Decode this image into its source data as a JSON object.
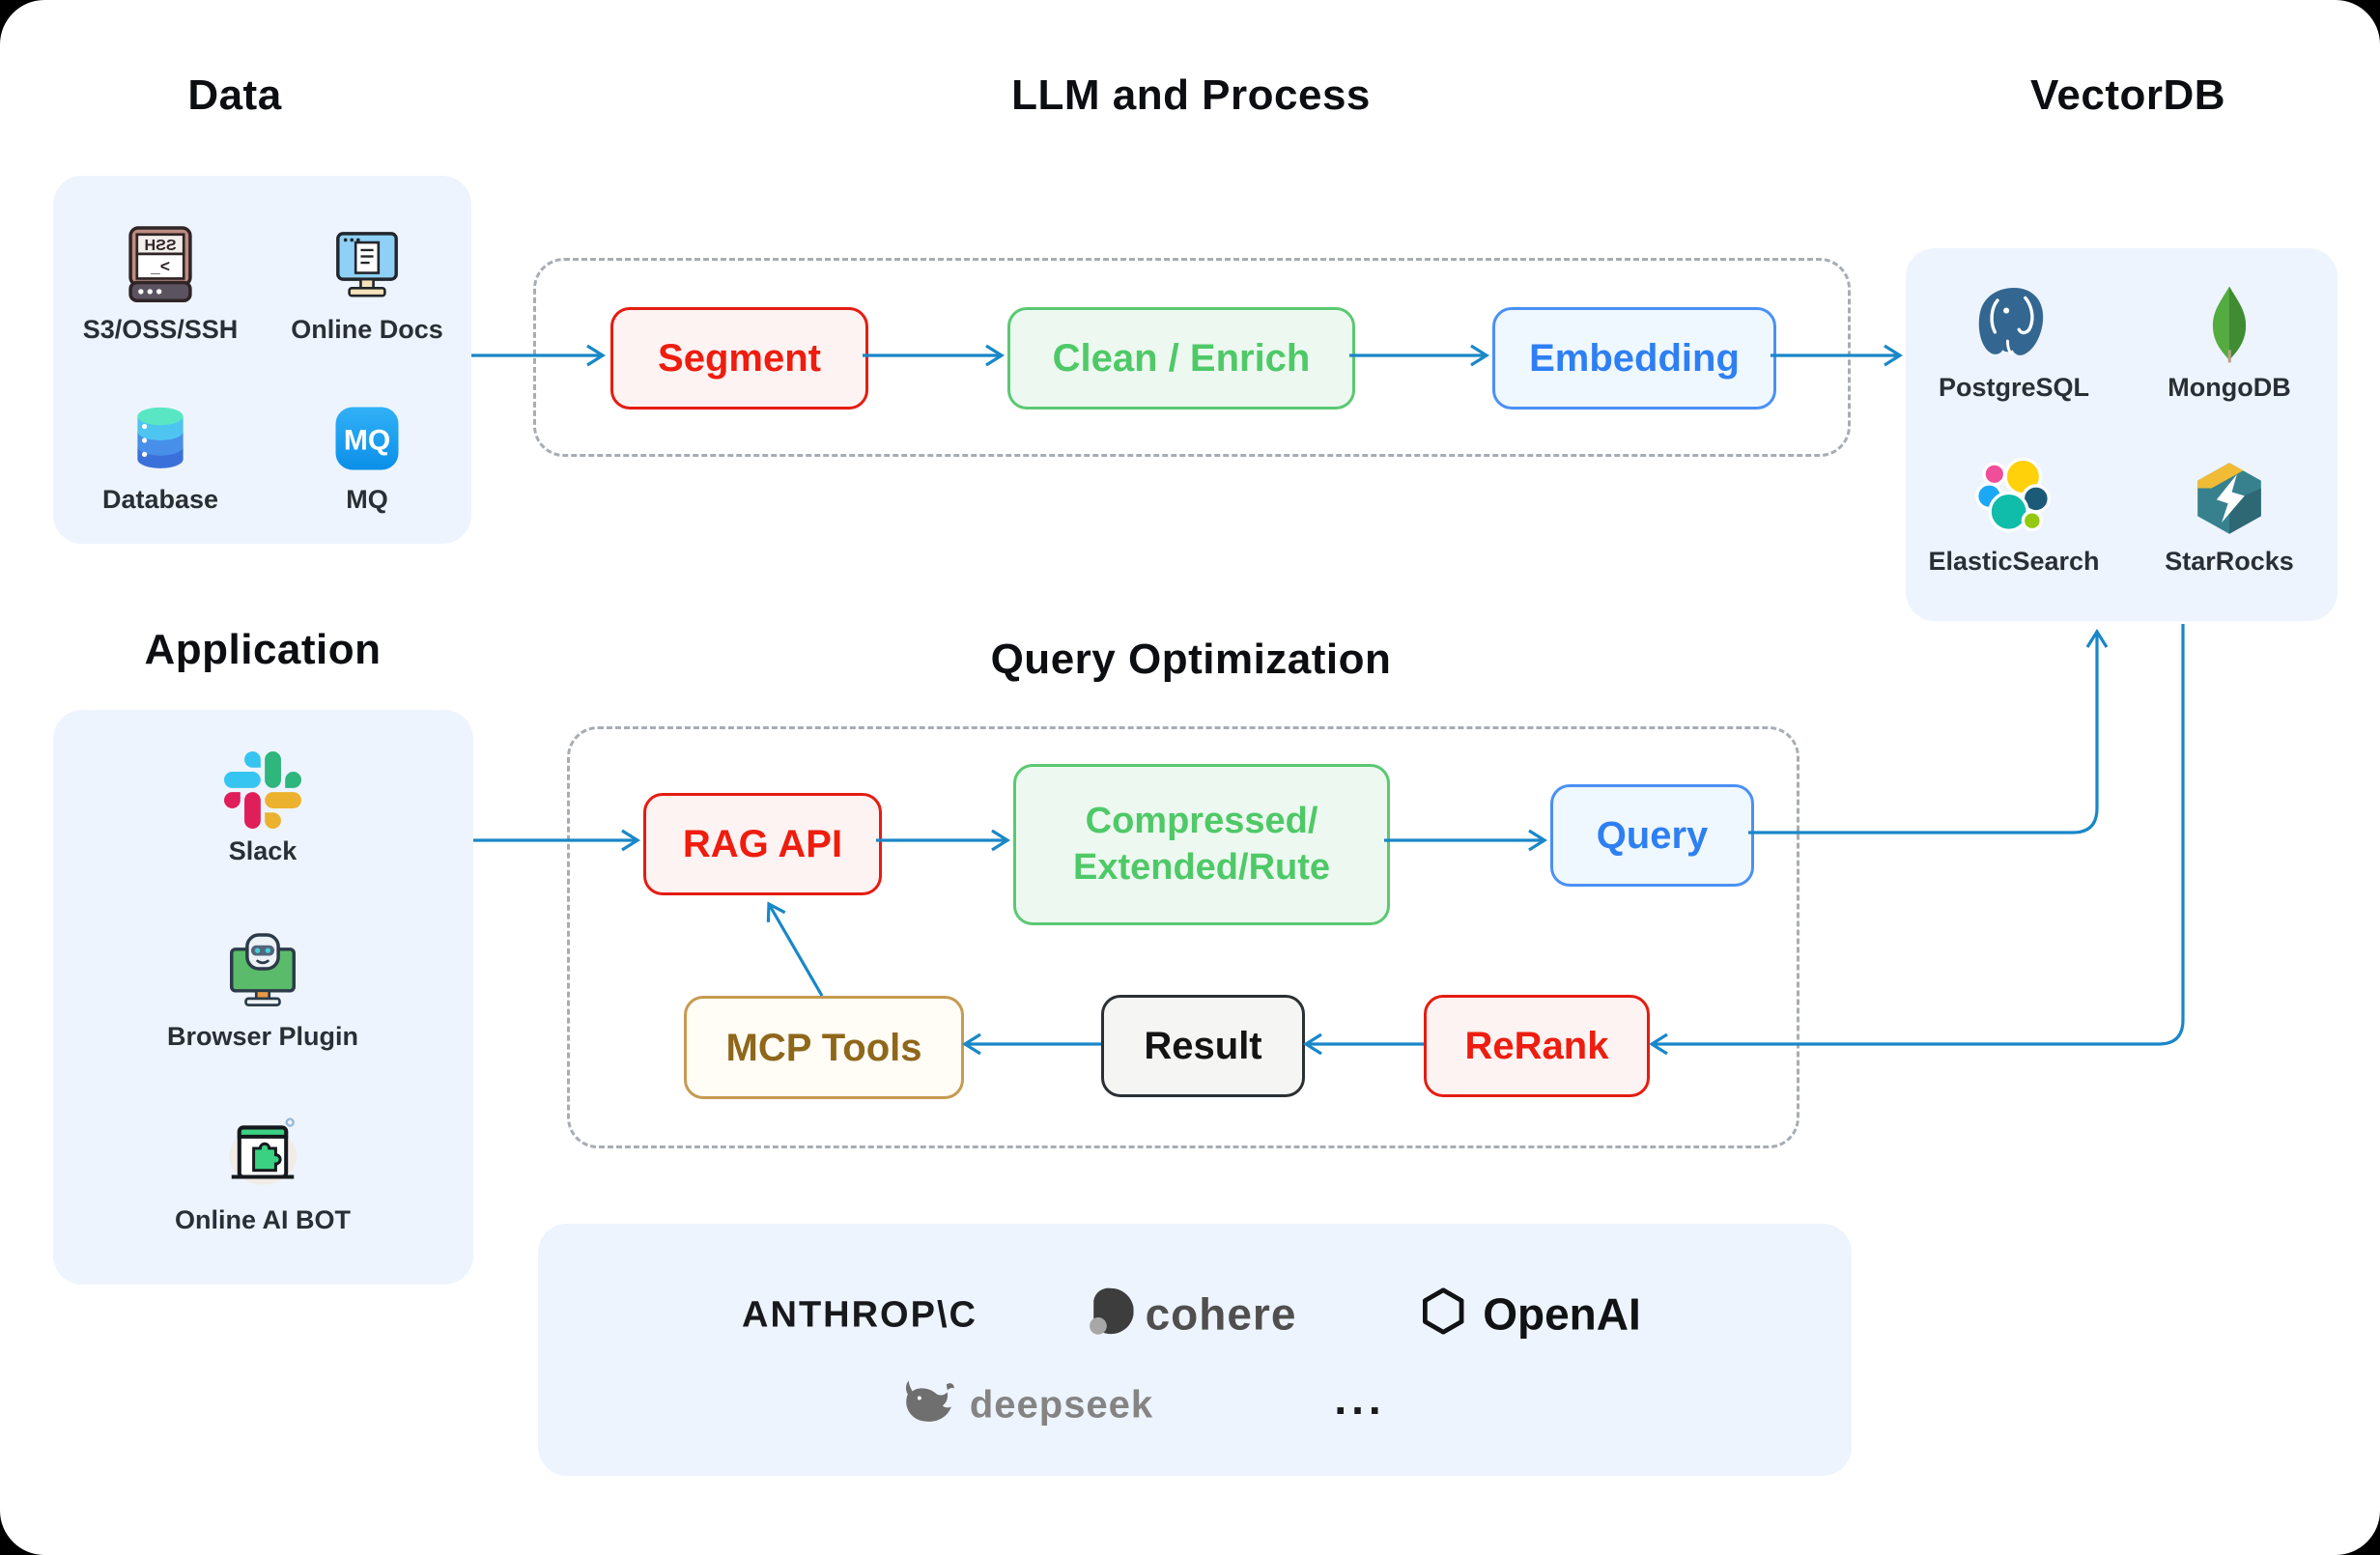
{
  "titles": {
    "data": "Data",
    "llm_process": "LLM and Process",
    "vectordb": "VectorDB",
    "application": "Application",
    "query_optimization": "Query Optimization"
  },
  "data_panel": {
    "items": [
      {
        "label": "S3/OSS/SSH",
        "icon": "terminal-icon",
        "screen_text": "SSH",
        "prompt_text": ">_"
      },
      {
        "label": "Online Docs",
        "icon": "online-docs-icon"
      },
      {
        "label": "Database",
        "icon": "database-icon"
      },
      {
        "label": "MQ",
        "icon": "mq-icon",
        "badge_text": "MQ"
      }
    ]
  },
  "vectordb_panel": {
    "items": [
      {
        "label": "PostgreSQL",
        "icon": "postgresql-icon"
      },
      {
        "label": "MongoDB",
        "icon": "mongodb-icon"
      },
      {
        "label": "ElasticSearch",
        "icon": "elasticsearch-icon"
      },
      {
        "label": "StarRocks",
        "icon": "starrocks-icon"
      }
    ]
  },
  "application_panel": {
    "items": [
      {
        "label": "Slack",
        "icon": "slack-icon"
      },
      {
        "label": "Browser Plugin",
        "icon": "browser-plugin-icon"
      },
      {
        "label": "Online AI BOT",
        "icon": "online-ai-bot-icon"
      }
    ]
  },
  "nodes": {
    "segment": {
      "label": "Segment"
    },
    "clean": {
      "label": "Clean / Enrich"
    },
    "embedding": {
      "label": "Embedding"
    },
    "rag_api": {
      "label": "RAG API"
    },
    "compressed": {
      "label_line1": "Compressed/",
      "label_line2": "Extended/Rute"
    },
    "query": {
      "label": "Query"
    },
    "mcp_tools": {
      "label": "MCP Tools"
    },
    "result": {
      "label": "Result"
    },
    "rerank": {
      "label": "ReRank"
    }
  },
  "providers": {
    "anthropic": "ANTHROP\\C",
    "cohere": "cohere",
    "openai": "OpenAI",
    "deepseek": "deepseek",
    "more": "..."
  },
  "colors": {
    "arrow_blue": "#1987c8",
    "node_red": "#ee1d0f",
    "node_green": "#4fc968",
    "node_blue": "#2e7ff3",
    "node_gold": "#8f671b",
    "panel_bg": "#edf4fd"
  }
}
